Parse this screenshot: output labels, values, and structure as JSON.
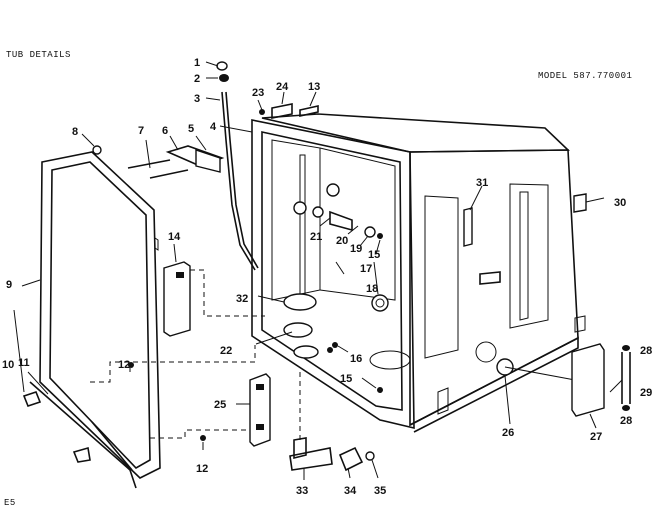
{
  "header": {
    "title": "TUB DETAILS",
    "model": "MODEL 587.770001",
    "footer_code": "E5"
  },
  "callouts": [
    {
      "id": "c1",
      "text": "1"
    },
    {
      "id": "c2",
      "text": "2"
    },
    {
      "id": "c3",
      "text": "3"
    },
    {
      "id": "c4",
      "text": "4"
    },
    {
      "id": "c5",
      "text": "5"
    },
    {
      "id": "c6",
      "text": "6"
    },
    {
      "id": "c7",
      "text": "7"
    },
    {
      "id": "c8",
      "text": "8"
    },
    {
      "id": "c9",
      "text": "9"
    },
    {
      "id": "c10",
      "text": "10"
    },
    {
      "id": "c11",
      "text": "11"
    },
    {
      "id": "c12a",
      "text": "12"
    },
    {
      "id": "c12b",
      "text": "12"
    },
    {
      "id": "c13",
      "text": "13"
    },
    {
      "id": "c14",
      "text": "14"
    },
    {
      "id": "c15a",
      "text": "15"
    },
    {
      "id": "c15b",
      "text": "15"
    },
    {
      "id": "c16",
      "text": "16"
    },
    {
      "id": "c17",
      "text": "17"
    },
    {
      "id": "c18",
      "text": "18"
    },
    {
      "id": "c19",
      "text": "19"
    },
    {
      "id": "c20",
      "text": "20"
    },
    {
      "id": "c21",
      "text": "21"
    },
    {
      "id": "c22",
      "text": "22"
    },
    {
      "id": "c23",
      "text": "23"
    },
    {
      "id": "c24",
      "text": "24"
    },
    {
      "id": "c25",
      "text": "25"
    },
    {
      "id": "c26",
      "text": "26"
    },
    {
      "id": "c27",
      "text": "27"
    },
    {
      "id": "c28a",
      "text": "28"
    },
    {
      "id": "c28b",
      "text": "28"
    },
    {
      "id": "c29",
      "text": "29"
    },
    {
      "id": "c30",
      "text": "30"
    },
    {
      "id": "c31",
      "text": "31"
    },
    {
      "id": "c32",
      "text": "32"
    },
    {
      "id": "c33",
      "text": "33"
    },
    {
      "id": "c34",
      "text": "34"
    },
    {
      "id": "c35",
      "text": "35"
    }
  ]
}
